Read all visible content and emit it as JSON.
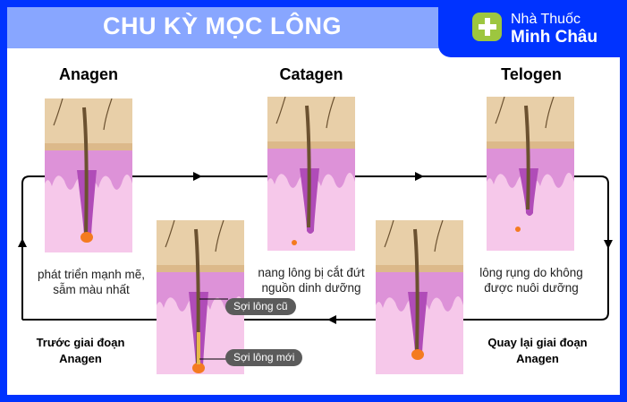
{
  "header": {
    "title": "CHU KỲ MỌC LÔNG",
    "brand_line1": "Nhà Thuốc",
    "brand_line2": "Minh Châu"
  },
  "stages": {
    "anagen": "Anagen",
    "catagen": "Catagen",
    "telogen": "Telogen"
  },
  "captions": {
    "anagen": [
      "phát triển mạnh mẽ,",
      "sẫm màu nhất"
    ],
    "catagen": [
      "nang lông bị cắt đứt",
      "nguồn dinh dưỡng"
    ],
    "telogen": [
      "lông rụng do không",
      "được nuôi dưỡng"
    ]
  },
  "transitions": {
    "before": [
      "Trước giai đoạn",
      "Anagen"
    ],
    "return": [
      "Quay lại giai đoạn",
      "Anagen"
    ]
  },
  "labels": {
    "old_hair": "Sợi lông cũ",
    "new_hair": "Sợi lông mới"
  },
  "colors": {
    "border": "#0033ff",
    "band": "#88a6ff",
    "logo": "#9dc63f",
    "skin": "#e8cfa8",
    "dermis": "#f6c8ea",
    "papilla": "#f47b20"
  }
}
